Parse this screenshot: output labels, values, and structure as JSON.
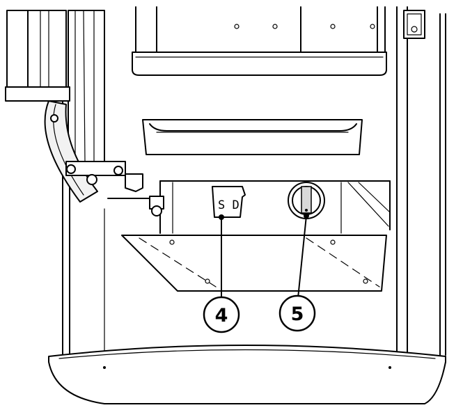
{
  "callouts": [
    {
      "label": "4",
      "target": "sd-card-slot"
    },
    {
      "label": "5",
      "target": "key-switch"
    }
  ],
  "slot_label": "S D",
  "colors": {
    "line": "#000000",
    "background": "#ffffff",
    "panel_shade": "#f2f2f2"
  }
}
